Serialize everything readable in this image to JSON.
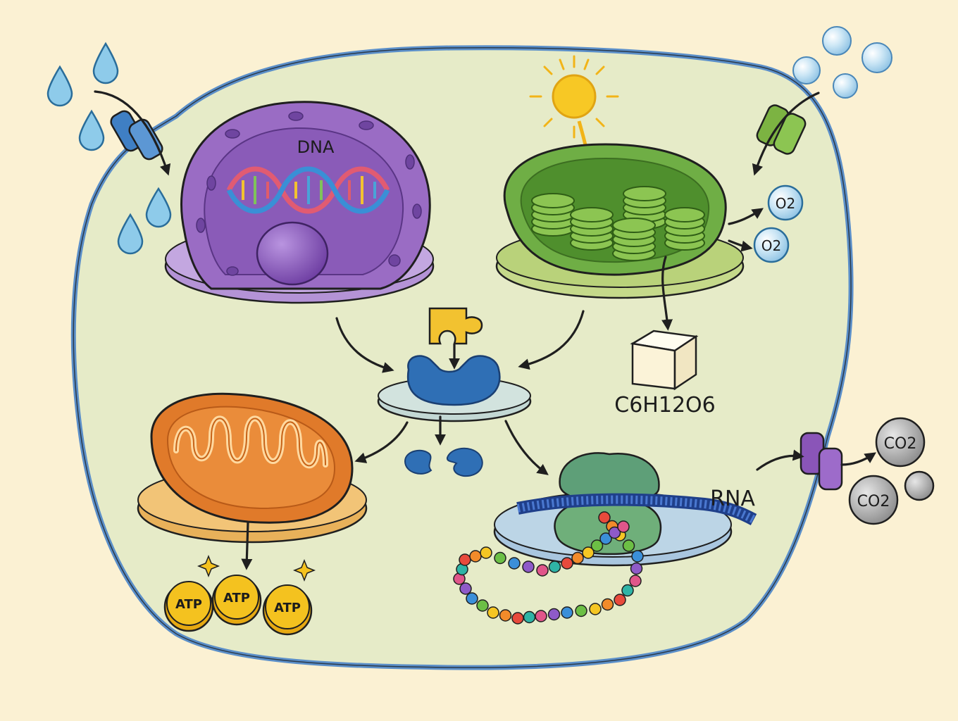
{
  "labels": {
    "dna": "DNA",
    "rna": "RNA",
    "glucose": "C6H12O6",
    "oxygen": "O2",
    "carbon_dioxide": "CO2",
    "atp": "ATP"
  },
  "colors": {
    "background": "#fbf1d3",
    "cytoplasm": "#e6ebc8",
    "membrane": "#5b8fc9",
    "nucleus": "#9a6cc4",
    "chloroplast": "#6fae45",
    "mitochondrion": "#e07a2a",
    "ribosome": "#5e9f78",
    "enzyme": "#2f6fb5",
    "substrate": "#f2c230",
    "atp": "#f4c21f",
    "oxygen": "#bfe0f3",
    "carbon_dioxide": "#9b9b9b",
    "water": "#8ecbea",
    "channel_water": "#3f7fc4",
    "channel_oxygen": "#7cb342",
    "channel_co2": "#8a55b8"
  },
  "icons": [
    "water-drop-icon",
    "sun-icon",
    "sugar-cube-icon",
    "puzzle-substrate-icon",
    "sparkle-icon",
    "amino-acid-bead-icon"
  ]
}
